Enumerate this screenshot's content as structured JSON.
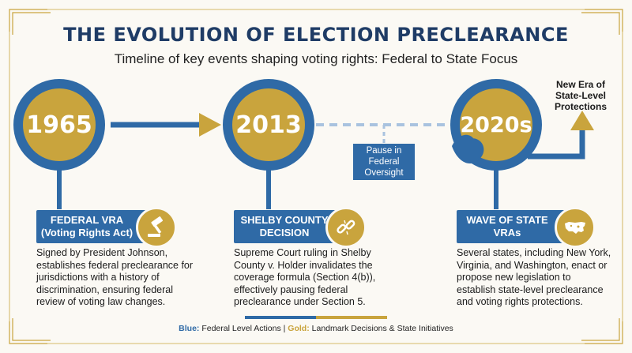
{
  "title": "THE EVOLUTION OF ELECTION PRECLEARANCE",
  "subtitle": "Timeline of key events shaping voting rights: Federal to State Focus",
  "events": [
    {
      "year": "1965",
      "banner_line1": "FEDERAL VRA",
      "banner_line2": "(Voting Rights Act)",
      "icon": "gavel-icon",
      "description_lines": [
        "Signed by President Johnson,",
        "establishes federal preclearance for",
        "jurisdictions with a history of",
        "discrimination, ensuring federal",
        "review of voting law changes."
      ]
    },
    {
      "year": "2013",
      "banner_line1": "SHELBY COUNTY",
      "banner_line2": "DECISION",
      "icon": "broken-chain-icon",
      "description_lines": [
        "Supreme Court ruling in Shelby",
        "County v. Holder invalidates the",
        "coverage formula (Section 4(b)),",
        "effectively pausing federal",
        "preclearance under Section 5."
      ]
    },
    {
      "year": "2020s",
      "banner_line1": "WAVE OF STATE",
      "banner_line2": "VRAs",
      "icon": "us-map-icon",
      "description_lines": [
        "Several states, including New York,",
        "Virginia, and Washington, enact or",
        "propose new legislation to",
        "establish state-level preclearance",
        "and voting rights protections."
      ]
    }
  ],
  "pause_label": [
    "Pause in",
    "Federal",
    "Oversight"
  ],
  "new_era_label": [
    "New Era of",
    "State-Level",
    "Protections"
  ],
  "legend": {
    "blue_label": "Blue:",
    "blue_text": " Federal Level Actions | ",
    "gold_label": "Gold:",
    "gold_text": " Landmark Decisions & State Initiatives"
  },
  "colors": {
    "blue": "#2f6aa6",
    "gold": "#c9a43d",
    "navy": "#1f3c66",
    "background": "#fbf9f4"
  }
}
